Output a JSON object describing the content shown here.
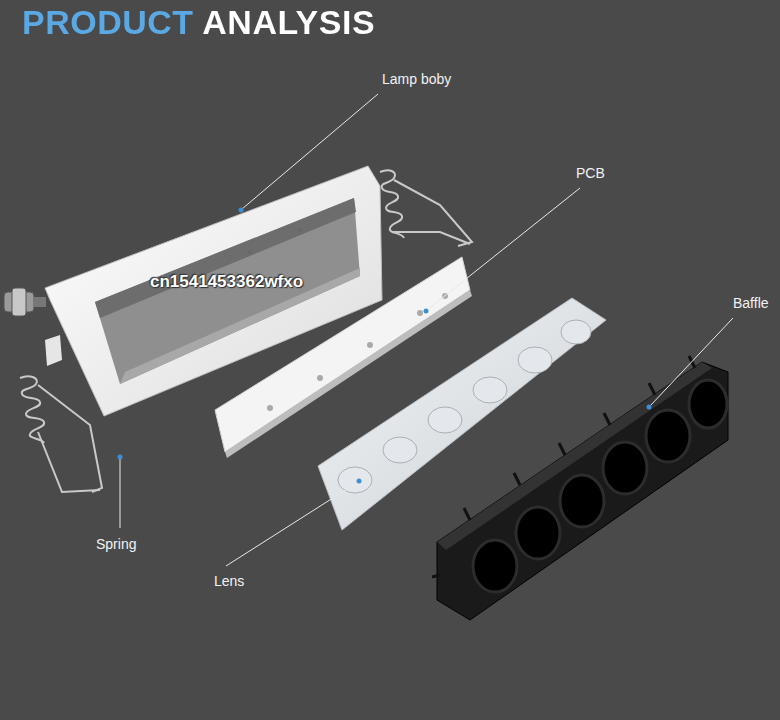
{
  "diagram": {
    "title": "PRODUCT ANALYSIS",
    "labels": [
      "Lamp boby",
      "PCB",
      "Baffle",
      "Spring",
      "Lens",
      "cn1541453362wfxo"
    ]
  }
}
